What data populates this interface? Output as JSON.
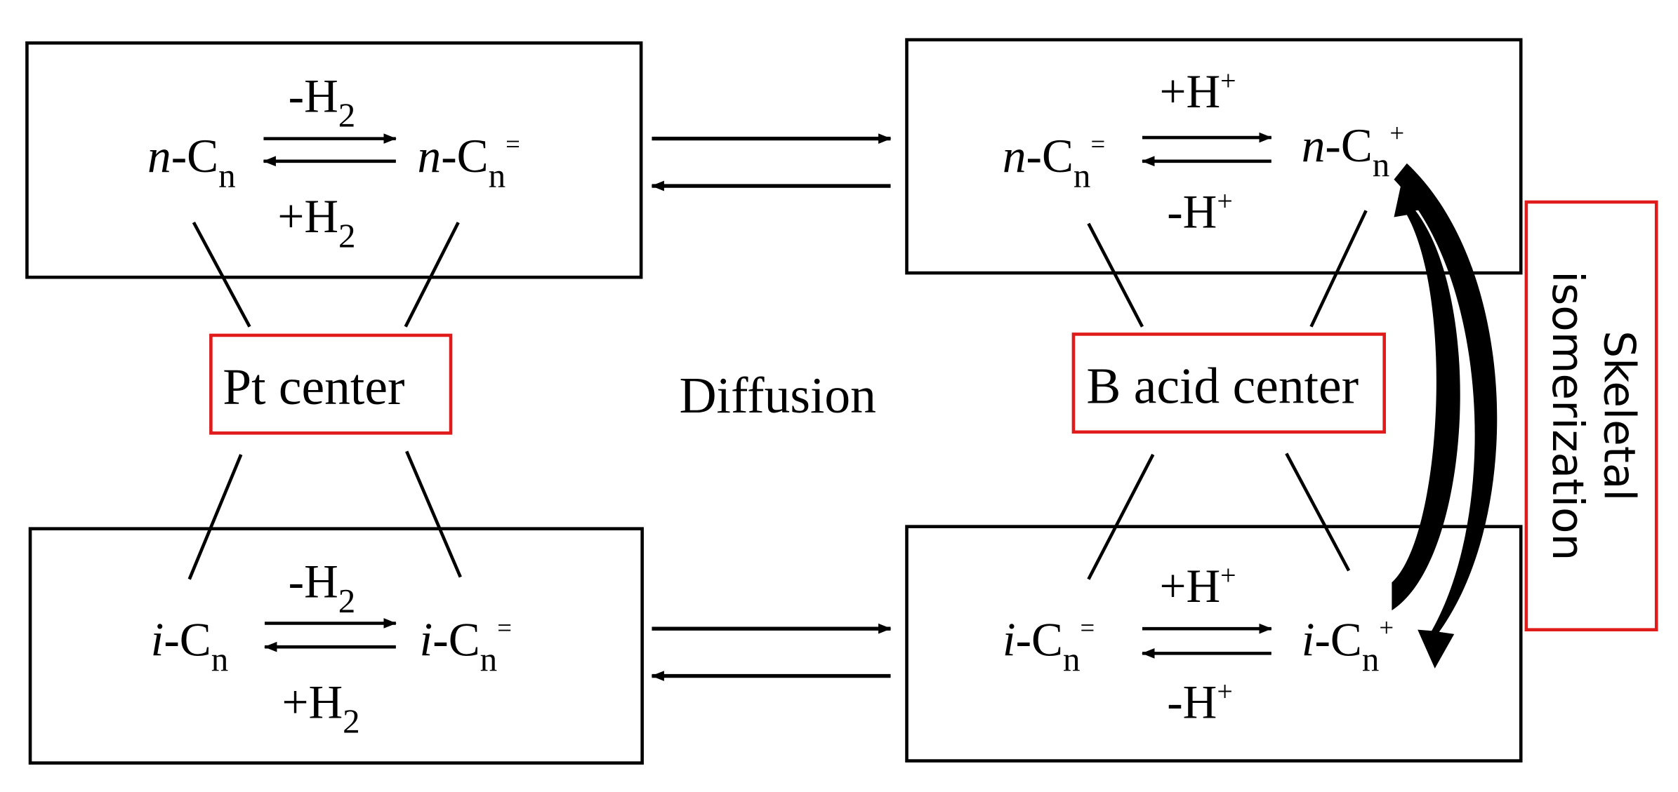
{
  "species": {
    "n_alkane": {
      "prefix": "n",
      "base": "-C",
      "sub": "n",
      "sup": ""
    },
    "n_alkene": {
      "prefix": "n",
      "base": "-C",
      "sub": "n",
      "sup": "="
    },
    "n_carbocation": {
      "prefix": "n",
      "base": "-C",
      "sub": "n",
      "sup": "+"
    },
    "i_alkane": {
      "prefix": "i",
      "base": "-C",
      "sub": "n",
      "sup": ""
    },
    "i_alkene": {
      "prefix": "i",
      "base": "-C",
      "sub": "n",
      "sup": "="
    },
    "i_carbocation": {
      "prefix": "i",
      "base": "-C",
      "sub": "n",
      "sup": "+"
    }
  },
  "reagents": {
    "dehydrogenation": {
      "base": "-H",
      "sub": "2"
    },
    "hydrogenation": {
      "base": "+H",
      "sub": "2"
    },
    "protonation": {
      "base": "+H",
      "sup": "+"
    },
    "deprotonation": {
      "base": "-H",
      "sup": "+"
    }
  },
  "centers": {
    "pt": "Pt center",
    "b_acid": "B acid center"
  },
  "diffusion_label": "Diffusion",
  "isomerization_label": {
    "line1": "Skeletal",
    "line2": "isomerization"
  },
  "colors": {
    "line": "#000000",
    "center_box": "#e01b1b",
    "background": "#ffffff"
  }
}
